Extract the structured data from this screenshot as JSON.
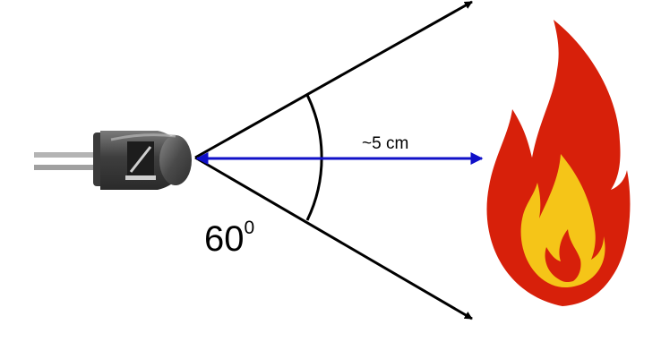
{
  "diagram": {
    "distance_label": "~5 cm",
    "angle_value": "60",
    "angle_superscript": "0"
  },
  "colors": {
    "beam_lines": "#000000",
    "distance_arrow": "#1010c8",
    "flame_outer": "#d7200a",
    "flame_inner": "#f5c518",
    "sensor_body": "#4a4a4a",
    "sensor_leads": "#a8a8a8"
  },
  "icons": {
    "sensor": "ir-flame-sensor-icon",
    "flame": "fire-icon"
  }
}
